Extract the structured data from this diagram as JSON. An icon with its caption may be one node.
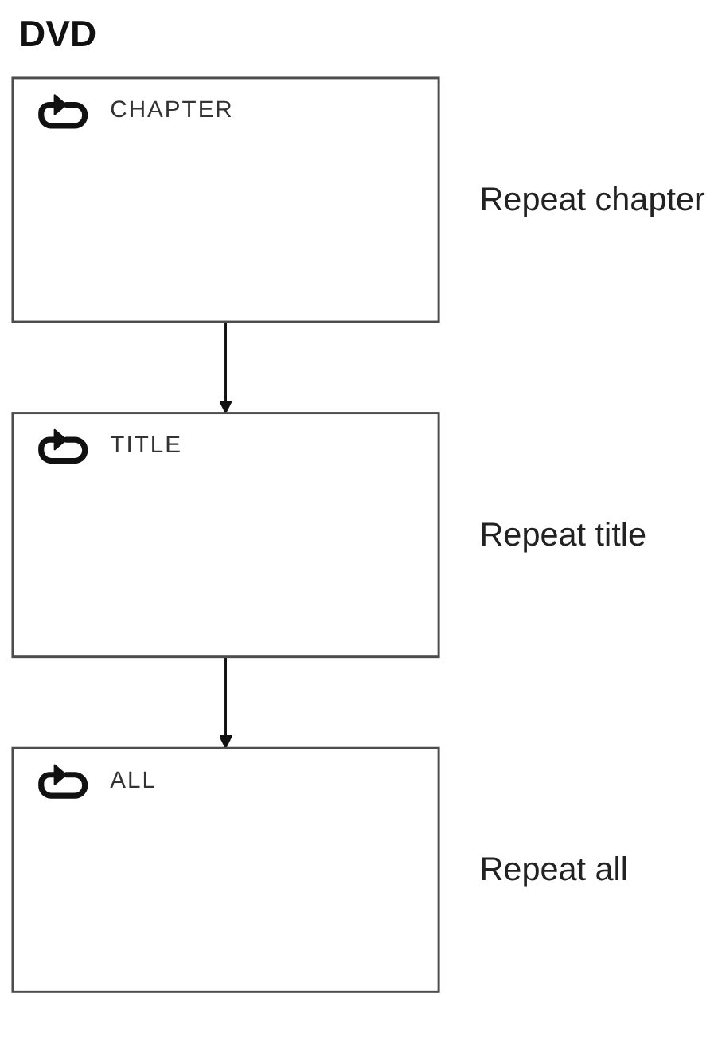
{
  "diagram": {
    "title": "DVD",
    "nodes": [
      {
        "text": [
          "CHAPTER"
        ],
        "beside": [
          "Repeat chapter"
        ]
      },
      {
        "text": [
          "TITLE"
        ],
        "beside": [
          "Repeat title"
        ]
      },
      {
        "text": [
          "ALL"
        ],
        "beside": [
          "Repeat all"
        ]
      }
    ],
    "edges": [
      {
        "from": 0,
        "to": 1,
        "arrow": "to"
      },
      {
        "from": 1,
        "to": 2,
        "arrow": "to"
      }
    ]
  }
}
